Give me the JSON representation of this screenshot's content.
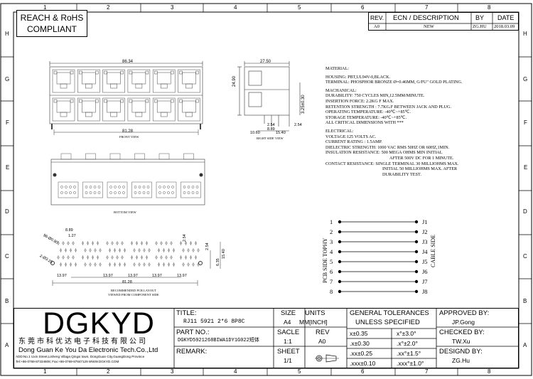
{
  "badge": {
    "line1": "REACH & RoHS",
    "line2": "COMPLIANT"
  },
  "grid": {
    "columns": [
      "1",
      "2",
      "3",
      "4",
      "5",
      "6",
      "7",
      "8"
    ],
    "rows": [
      "H",
      "G",
      "F",
      "E",
      "D",
      "C",
      "B",
      "A"
    ]
  },
  "revision": {
    "headers": {
      "rev": "REV.",
      "ecn": "ECN / DESCRIPTION",
      "by": "BY",
      "date": "DATE"
    },
    "row": {
      "rev": "A0",
      "ecn": "NEW",
      "by": "ZG.HU",
      "date": "2018.03.09"
    }
  },
  "front_view": {
    "label": "FRONT VIEW",
    "width_dim": "86.34",
    "bottom_dim": "81.28"
  },
  "side_view": {
    "label": "RIGHT SIDE VIEW",
    "dims": {
      "top": "27.50",
      "height": "24.90",
      "right": "3.25±0.30",
      "pin_a": "2.54",
      "pin_b": "8.89",
      "pin_c": "2.54",
      "bot_a": "10.60",
      "bot_b": "15.40"
    }
  },
  "bottom_view": {
    "label": "BOTTOM VIEW"
  },
  "pcb_layout": {
    "label_line1": "RECOMMENDED PCB LAYOUT",
    "label_line2": "VIEWED FROM COMPONENT SIDE",
    "dims": {
      "d1": "8.89",
      "d2": "1.27",
      "d3": "96-Ø0.90",
      "d4": "2-Ø3.25",
      "d5": "2.54",
      "d6": "2.54",
      "d7": "6.35",
      "d8": "15.40",
      "pitch": "13.97",
      "total": "81.28"
    }
  },
  "specs": {
    "material_title": "MATERIAL:",
    "material": [
      "HOUSING: PBT,UL94V-0,BLACK.",
      "TERMINAL: PHOSPHOR BRONZE Ø=0.46MM, G/FU\" GOLD PLATING."
    ],
    "mechanical_title": "MACHANICAL:",
    "mechanical": [
      "DURABILITY: 750 CYCLES MIN,12.5MM/MINUTE.",
      "INSERTION FORCE: 2.2KG F MAX.",
      "RETENTION STRENGTH : 7.7KG.F BETWEEN JACK AND PLUG.",
      "OPERATING TEMPERATURE: -40℃~+85℃.",
      "STORAGE TEMPERATURE: -40℃~+85℃.",
      "ALL CRITICAL DIMENSIONS WITH ***"
    ],
    "electrical_title": "ELECTRICAL:",
    "electrical": [
      "VOLTAGE:125 VOLTS AC.",
      "CURRENT RATING : 1.5AMP.",
      "DIELECTRIC STRENGTH: 1000 VAC RMS 50HZ OR 60HZ,1MIN.",
      "INSULATION RESISTANCE: 500 MEGA OHMS MIN INITIAL",
      "AFTER 500V DC FOR 1 MINUTE.",
      "CONTACT RESISTANCE: SINGLE TERMINAL 30 MILLIOHMS MAX.",
      "INITIAL 50 MILLIOHMS MAX. AFTER",
      "DURABILITY TEST."
    ]
  },
  "wiring": {
    "pins": [
      "1",
      "2",
      "3",
      "4",
      "5",
      "6",
      "7",
      "8"
    ],
    "jacks": [
      "J1",
      "J2",
      "J3",
      "J4",
      "J5",
      "J6",
      "J7",
      "J8"
    ],
    "left_label": "PCB SIDE TOPHY",
    "right_label": "CABLE SIDE"
  },
  "title_block": {
    "logo": "DGKYD",
    "company_cn": "东莞市科优达电子科技有限公司",
    "company_en": "Dong Guan Ke You Da Electronic Tech.Co.,Ltd",
    "address": "ADD:No.1 Uxin Street,Lisheng Village,Qingxi town, DongGuan City,GuangDong Province",
    "contact": "Tel:+86-0769-87334608; Fax:+86-0769-87847129  WWW.DGKYD.COM",
    "title_label": "TITLE:",
    "title_value": "RJ11 5921 2*6 8P8C",
    "partno_label": "PART NO.:",
    "partno_value": "DGKYD5921268BIWA1DY1G022短体",
    "remark_label": "REMARK:",
    "size_label": "SIZE",
    "size_value": "A4",
    "units_label": "UNITS",
    "units_value": "MM[INCH]",
    "scale_label": "SACLE",
    "scale_value": "1:1",
    "rev_label": "REV",
    "rev_value": "A0",
    "sheet_label": "SHEET",
    "sheet_value": "1/1",
    "tol_title1": "GENERAL TOLERANCES",
    "tol_title2": "UNLESS SPECIFIED",
    "tolerances": [
      [
        "x±0.35",
        "x°±3.0°"
      ],
      [
        ".x±0.30",
        ".x°±2.0°"
      ],
      [
        ".xx±0.25",
        ".xx°±1.5°"
      ],
      [
        ".xxx±0.10",
        ".xxx°±1.0°"
      ]
    ],
    "approved_label": "APPROVED BY:",
    "approved_value": "JP.Gong",
    "checked_label": "CHECKED BY:",
    "checked_value": "TW.Xu",
    "designed_label": "DESIGND BY:",
    "designed_value": "ZG.Hu"
  }
}
